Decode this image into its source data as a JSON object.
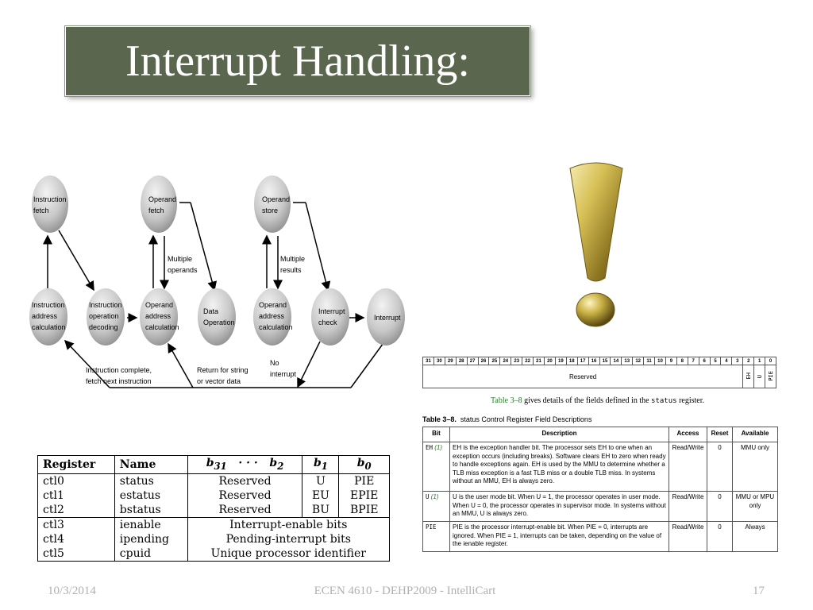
{
  "title": "Interrupt Handling:",
  "diagram": {
    "nodes": {
      "instruction_fetch": [
        "Instruction",
        "fetch"
      ],
      "operand_fetch": [
        "Operand",
        "fetch"
      ],
      "operand_store": [
        "Operand",
        "store"
      ],
      "instruction_address_calculation": [
        "Instruction",
        "address",
        "calculation"
      ],
      "instruction_operation_decoding": [
        "Instruction",
        "operation",
        "decoding"
      ],
      "operand_address_calculation_1": [
        "Operand",
        "address",
        "calculation"
      ],
      "data_operation": [
        "Data",
        "Operation"
      ],
      "operand_address_calculation_2": [
        "Operand",
        "address",
        "calculation"
      ],
      "interrupt_check": [
        "Interrupt",
        "check"
      ],
      "interrupt": [
        "Interrupt"
      ]
    },
    "labels": {
      "multiple_operands": [
        "Multiple",
        "operands"
      ],
      "multiple_results": [
        "Multiple",
        "results"
      ],
      "instruction_complete": [
        "Instruction complete,",
        "fetch next instruction"
      ],
      "return_for_string": [
        "Return for string",
        "or vector data"
      ],
      "no_interrupt": [
        "No",
        "interrupt"
      ]
    }
  },
  "register_table": {
    "headers": {
      "register": "Register",
      "name": "Name",
      "b31": "b",
      "b31_sub": "31",
      "dots": "· · ·",
      "b2": "b",
      "b2_sub": "2",
      "b1": "b",
      "b1_sub": "1",
      "b0": "b",
      "b0_sub": "0"
    },
    "rows": [
      {
        "register": "ctl0",
        "name": "status",
        "bits": "Reserved",
        "b1": "U",
        "b0": "PIE"
      },
      {
        "register": "ctl1",
        "name": "estatus",
        "bits": "Reserved",
        "b1": "EU",
        "b0": "EPIE"
      },
      {
        "register": "ctl2",
        "name": "bstatus",
        "bits": "Reserved",
        "b1": "BU",
        "b0": "BPIE"
      },
      {
        "register": "ctl3",
        "name": "ienable",
        "span": "Interrupt-enable bits"
      },
      {
        "register": "ctl4",
        "name": "ipending",
        "span": "Pending-interrupt bits"
      },
      {
        "register": "ctl5",
        "name": "cpuid",
        "span": "Unique processor identifier"
      }
    ]
  },
  "status_register": {
    "bits": [
      "31",
      "30",
      "29",
      "28",
      "27",
      "26",
      "25",
      "24",
      "23",
      "22",
      "21",
      "20",
      "19",
      "18",
      "17",
      "16",
      "15",
      "14",
      "13",
      "12",
      "11",
      "10",
      "9",
      "8",
      "7",
      "6",
      "5",
      "4",
      "3",
      "2",
      "1",
      "0"
    ],
    "reserved": "Reserved",
    "eh": "EH",
    "u": "U",
    "pie": "PIE"
  },
  "caption": {
    "link": "Table 3–8",
    "before": " gives details of the fields defined in the ",
    "code": "status",
    "after": " register."
  },
  "table_caption": {
    "label": "Table 3–8.",
    "text": "status Control Register Field Descriptions"
  },
  "desc_table": {
    "headers": [
      "Bit",
      "Description",
      "Access",
      "Reset",
      "Available"
    ],
    "rows": [
      {
        "bit": "EH",
        "ref": "(1)",
        "description": "EH is the exception handler bit. The processor sets EH to one when an exception occurs (including breaks). Software clears EH to zero when ready to handle exceptions again. EH is used by the MMU to determine whether a TLB miss exception is a fast TLB miss or a double TLB miss. In systems without an MMU, EH is always zero.",
        "access": "Read/Write",
        "reset": "0",
        "available": "MMU only"
      },
      {
        "bit": "U",
        "ref": "(1)",
        "description": "U is the user mode bit. When U = 1, the processor operates in user mode. When U = 0, the processor operates in supervisor mode. In systems without an MMU, U is always zero.",
        "access": "Read/Write",
        "reset": "0",
        "available": "MMU or MPU only"
      },
      {
        "bit": "PIE",
        "ref": "",
        "description": "PIE is the processor interrupt-enable bit. When PIE = 0, interrupts are ignored. When PIE = 1, interrupts can be taken, depending on the value of the ienable register.",
        "access": "Read/Write",
        "reset": "0",
        "available": "Always"
      }
    ]
  },
  "footer": {
    "date": "10/3/2014",
    "course": "ECEN 4610 - DEHP2009 - IntelliCart",
    "page": "17"
  }
}
